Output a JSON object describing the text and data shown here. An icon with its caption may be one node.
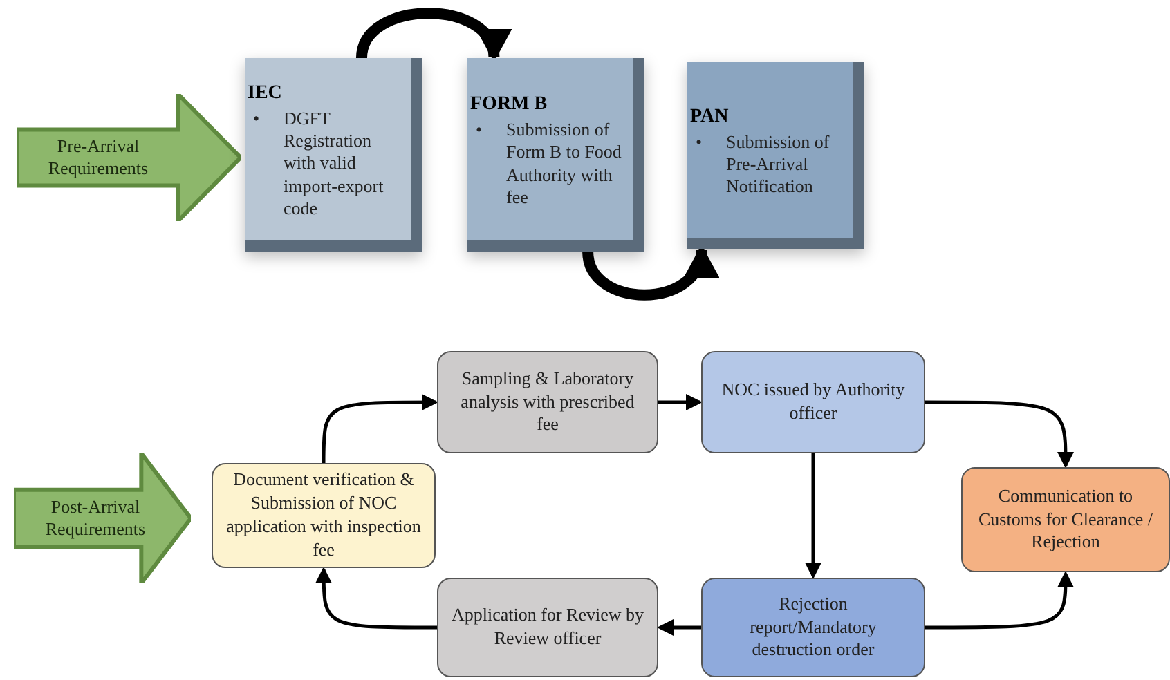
{
  "diagram": {
    "nodes": [
      {
        "text": [
          "Pre-Arrival Requirements"
        ]
      },
      {
        "text": [
          "IEC",
          "•",
          "DGFT Registration with valid import-export code"
        ]
      },
      {
        "text": [
          "FORM B",
          "•",
          "Submission of Form B to Food Authority with fee"
        ]
      },
      {
        "text": [
          "PAN",
          "•",
          "Submission of Pre-Arrival Notification"
        ]
      },
      {
        "text": [
          "Post-Arrival Requirements"
        ]
      },
      {
        "text": [
          "Document verification & Submission of NOC application with inspection fee"
        ]
      },
      {
        "text": [
          "Sampling & Laboratory analysis with prescribed fee"
        ]
      },
      {
        "text": [
          "NOC issued by Authority officer"
        ]
      },
      {
        "text": [
          "Communication to Customs for Clearance / Rejection"
        ]
      },
      {
        "text": [
          "Rejection report/Mandatory destruction order"
        ]
      },
      {
        "text": [
          "Application for Review by Review officer"
        ]
      }
    ],
    "edges": [
      {
        "from": 1,
        "to": 2,
        "arrow": "to",
        "style": "thick"
      },
      {
        "from": 2,
        "to": 3,
        "arrow": "to",
        "style": "thick"
      },
      {
        "from": 5,
        "to": 6,
        "arrow": "to"
      },
      {
        "from": 6,
        "to": 7,
        "arrow": "to"
      },
      {
        "from": 7,
        "to": 8,
        "arrow": "to"
      },
      {
        "from": 7,
        "to": 9,
        "arrow": "to"
      },
      {
        "from": 9,
        "to": 8,
        "arrow": "to"
      },
      {
        "from": 9,
        "to": 10,
        "arrow": "to"
      },
      {
        "from": 10,
        "to": 5,
        "arrow": "to"
      }
    ]
  }
}
